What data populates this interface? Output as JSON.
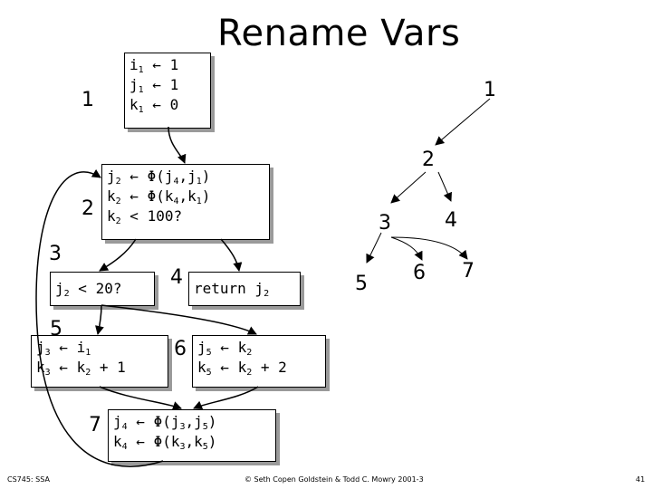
{
  "title": "Rename Vars",
  "blocks": [
    {
      "id": "1",
      "label": "1",
      "lines": [
        [
          "i",
          "1",
          " ← 1"
        ],
        [
          "j",
          "1",
          " ← 1"
        ],
        [
          "k",
          "1",
          " ← 0"
        ]
      ]
    },
    {
      "id": "2",
      "label": "2",
      "lines": [
        [
          "j",
          "2",
          " ← Φ(j",
          "4",
          ",j",
          "1",
          ")"
        ],
        [
          "k",
          "2",
          " ← Φ(k",
          "4",
          ",k",
          "1",
          ")"
        ],
        [
          "k",
          "2",
          " < 100?"
        ]
      ]
    },
    {
      "id": "3",
      "label": "3",
      "lines": [
        [
          "j",
          "2",
          " < 20?"
        ]
      ]
    },
    {
      "id": "4",
      "label": "4",
      "lines": [
        [
          "return j",
          "2"
        ]
      ]
    },
    {
      "id": "5",
      "label": "5",
      "lines": [
        [
          "j",
          "3",
          " ← i",
          "1"
        ],
        [
          "k",
          "3",
          " ← k",
          "2",
          " + 1"
        ]
      ]
    },
    {
      "id": "6",
      "label": "6",
      "lines": [
        [
          "j",
          "5",
          " ← k",
          "2"
        ],
        [
          "k",
          "5",
          " ← k",
          "2",
          " + 2"
        ]
      ]
    },
    {
      "id": "7",
      "label": "7",
      "lines": [
        [
          "j",
          "4",
          " ← Φ(j",
          "3",
          ",j",
          "5",
          ")"
        ],
        [
          "k",
          "4",
          " ← Φ(k",
          "3",
          ",k",
          "5",
          ")"
        ]
      ]
    }
  ],
  "dom_tree": {
    "nodes": [
      "1",
      "2",
      "3",
      "4",
      "5",
      "6",
      "7"
    ]
  },
  "footer": {
    "left": "CS745: SSA",
    "center": "© Seth Copen Goldstein & Todd C. Mowry 2001-3",
    "page": "41"
  }
}
